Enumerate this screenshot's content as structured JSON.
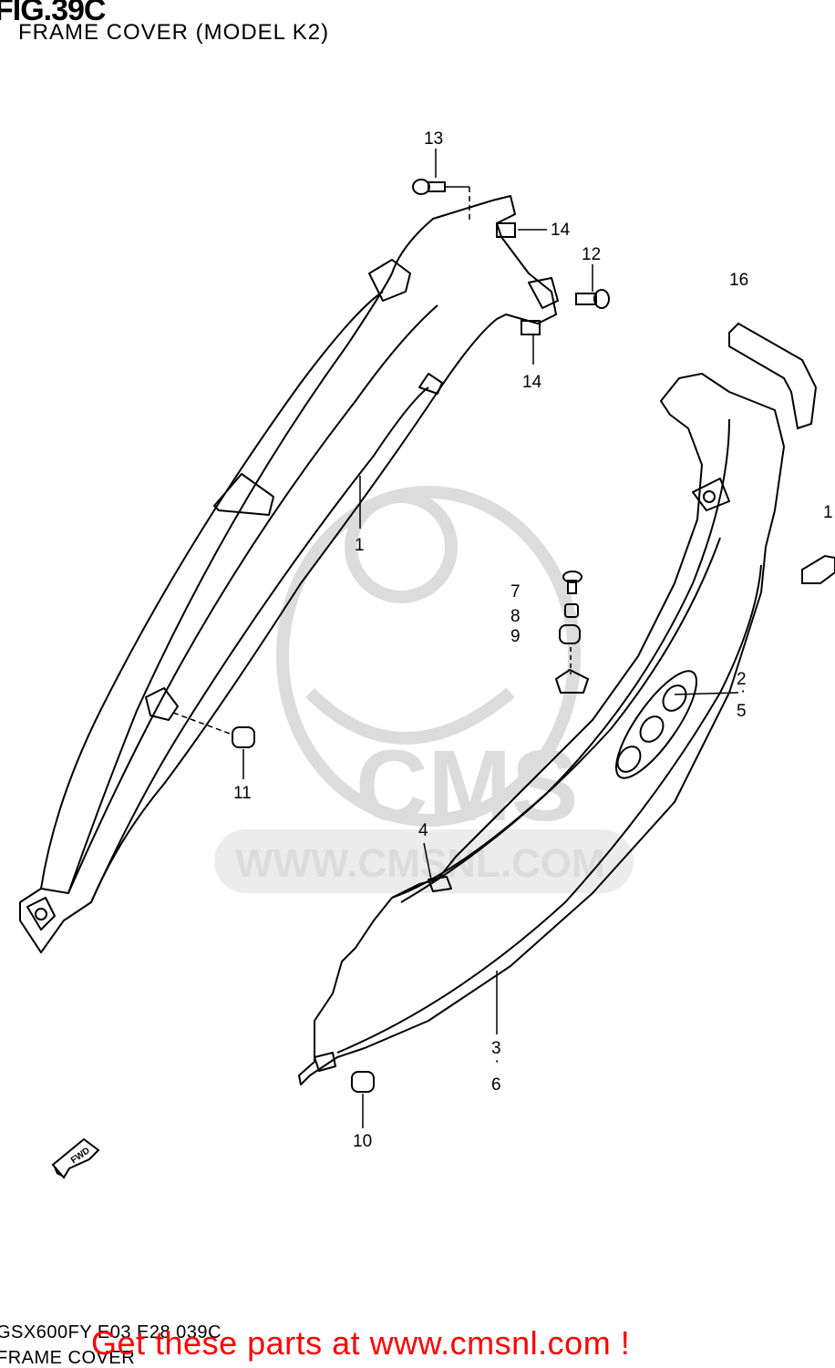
{
  "header": {
    "figure_number": "FIG.39C",
    "subtitle": "FRAME COVER (MODEL K2)"
  },
  "watermark": {
    "brand": "CMS",
    "url": "WWW.CMSNL.COM"
  },
  "callouts": {
    "c1": "1",
    "c2": "2",
    "c5": "5",
    "c3": "3",
    "c6": "6",
    "c4": "4",
    "c7": "7",
    "c8": "8",
    "c9": "9",
    "c10": "10",
    "c11": "11",
    "c12": "12",
    "c13": "13",
    "c14a": "14",
    "c14b": "14",
    "c15": "1",
    "c16": "16"
  },
  "fwd_label": "FWD",
  "footer": {
    "drawing_code": "GSX600FY E03 E28 039C",
    "drawing_name": "FRAME COVER",
    "promo": "Get these parts at www.cmsnl.com !"
  },
  "colors": {
    "line": "#000000",
    "watermark": "#dcdcdc",
    "promo": "#ff0000"
  }
}
